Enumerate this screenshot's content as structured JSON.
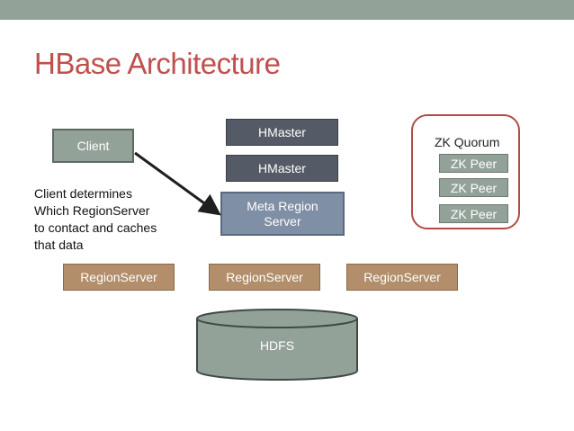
{
  "title": "HBase Architecture",
  "client": "Client",
  "hmasters": [
    "HMaster",
    "HMaster"
  ],
  "meta_region_server": [
    "Meta Region",
    "Server"
  ],
  "region_servers": [
    "RegionServer",
    "RegionServer",
    "RegionServer"
  ],
  "zk": {
    "label": "ZK Quorum",
    "peers": [
      "ZK Peer",
      "ZK Peer",
      "ZK Peer"
    ]
  },
  "note_lines": [
    "Client determines",
    "Which RegionServer",
    "to contact and caches",
    "that data"
  ],
  "hdfs": "HDFS",
  "colors": {
    "topbar": "#93a299",
    "title": "#c0504d",
    "client": "#93a299",
    "hmaster": "#555b66",
    "meta": "#7f8fa5",
    "region_server": "#b28e6a",
    "zk_border": "#b24c42",
    "hdfs": "#93a299"
  }
}
